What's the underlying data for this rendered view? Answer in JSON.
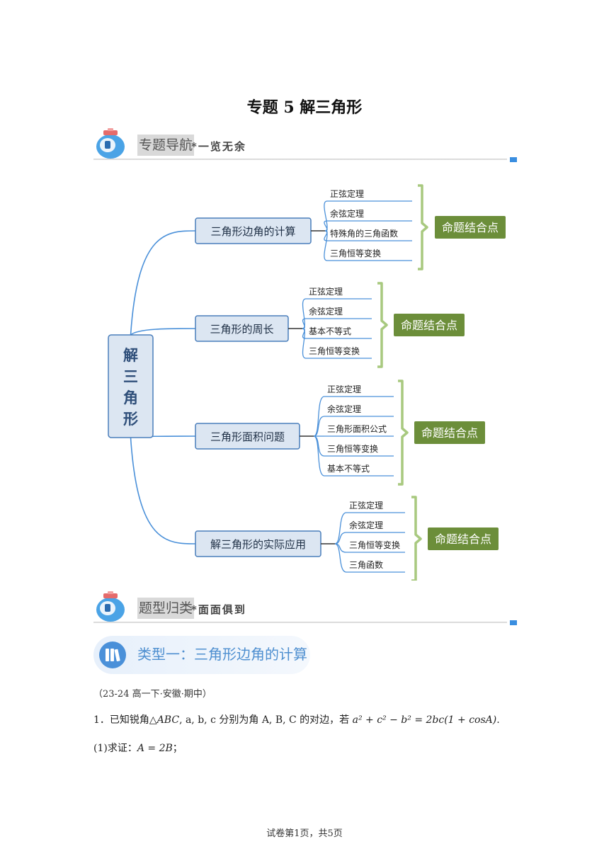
{
  "document": {
    "title": "专题 5  解三角形",
    "footer": "试卷第1页，共5页"
  },
  "section1": {
    "title": "专题导航",
    "subtitle": "*一览无余"
  },
  "section2": {
    "title": "题型归类",
    "subtitle": "*面面俱到"
  },
  "mindmap": {
    "root": "解三角形",
    "tag_label": "命题结合点",
    "colors": {
      "line": "#4a90d9",
      "node_fill": "#dce6f2",
      "node_stroke": "#4a7ebb",
      "tag_fill": "#6c8e3a",
      "bracket": "#a8c97f"
    },
    "branches": [
      {
        "label": "三角形边角的计算",
        "items": [
          "正弦定理",
          "余弦定理",
          "特殊角的三角函数",
          "三角恒等变换"
        ]
      },
      {
        "label": "三角形的周长",
        "items": [
          "正弦定理",
          "余弦定理",
          "基本不等式",
          "三角恒等变换"
        ]
      },
      {
        "label": "三角形面积问题",
        "items": [
          "正弦定理",
          "余弦定理",
          "三角形面积公式",
          "三角恒等变换",
          "基本不等式"
        ]
      },
      {
        "label": "解三角形的实际应用",
        "items": [
          "正弦定理",
          "余弦定理",
          "三角恒等变换",
          "三角函数"
        ]
      }
    ]
  },
  "type1": {
    "title": "类型一：三角形边角的计算"
  },
  "question": {
    "source": "（23-24 高一下·安徽·期中）",
    "number": "1．",
    "text_a": "已知锐角",
    "triangle": "△ABC",
    "text_b": ", a, b, c 分别为角 A, B, C 的对边，若 ",
    "equation": "a² + c² − b² = 2bc(1 + cosA)",
    "text_c": ".",
    "sub1_label": "(1)求证：",
    "sub1_expr": "A = 2B",
    "sub1_end": "；"
  }
}
